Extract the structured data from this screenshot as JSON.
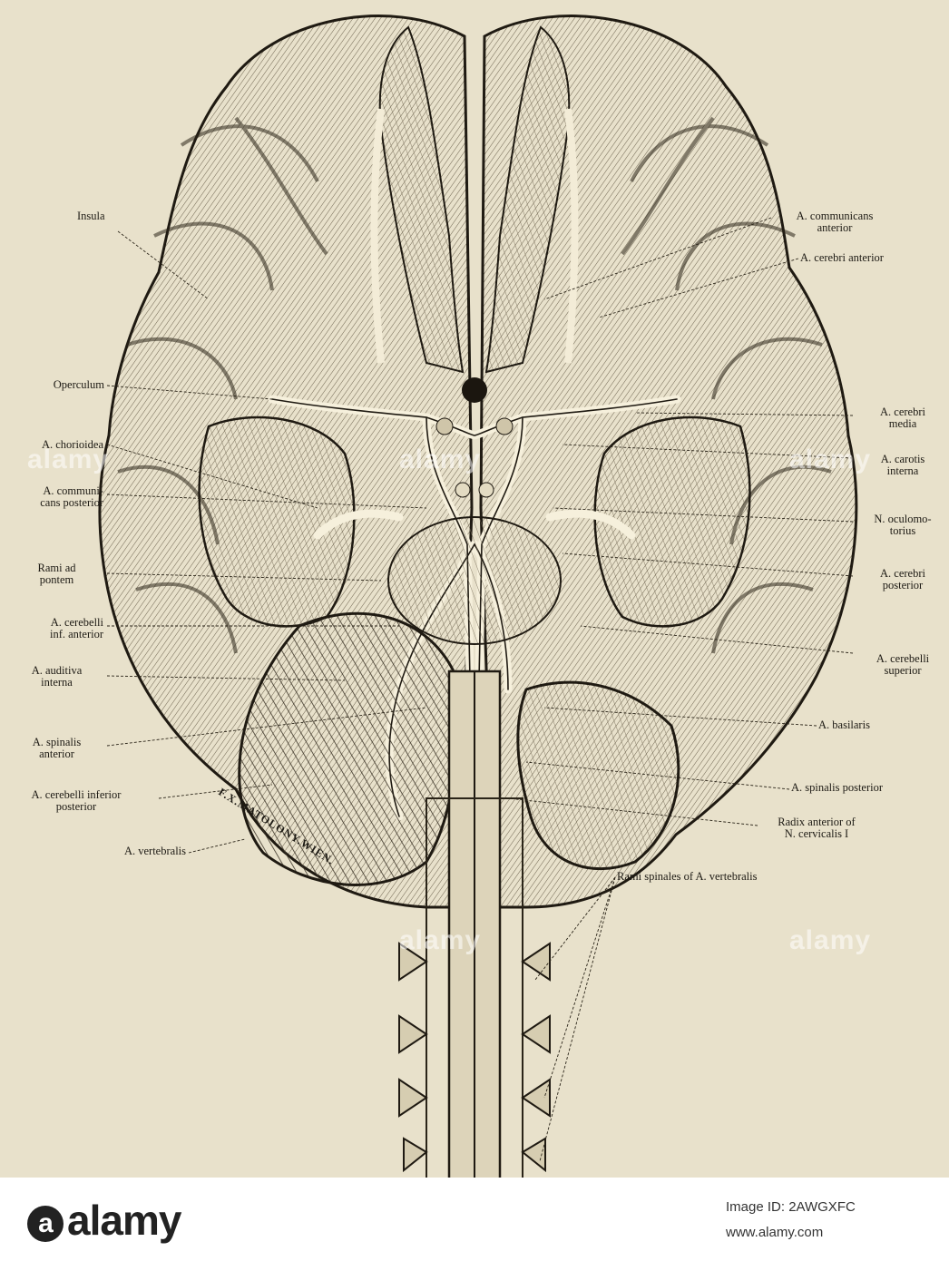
{
  "labels": {
    "insula": "Insula",
    "operculum": "Operculum",
    "chorioidea": "A. chorioidea",
    "communicans_posterior": [
      "A. communi-",
      "cans posterior"
    ],
    "rami_ad_pontem": [
      "Rami ad",
      "pontem"
    ],
    "cerebelli_inf_anterior": [
      "A. cerebelli",
      "inf. anterior"
    ],
    "auditiva_interna": [
      "A. auditiva",
      "interna"
    ],
    "spinalis_anterior": [
      "A. spinalis",
      "anterior"
    ],
    "cerebelli_inferior_posterior": [
      "A. cerebelli inferior",
      "posterior"
    ],
    "vertebralis": "A. vertebralis",
    "communicans_anterior": [
      "A. communicans",
      "anterior"
    ],
    "cerebri_anterior": "A. cerebri anterior",
    "cerebri_media": [
      "A. cerebri",
      "media"
    ],
    "carotis_interna": [
      "A. carotis",
      "interna"
    ],
    "oculomotorius": [
      "N. oculomo-",
      "torius"
    ],
    "cerebri_posterior": [
      "A. cerebri",
      "posterior"
    ],
    "cerebelli_superior": [
      "A. cerebelli",
      "superior"
    ],
    "basilaris": "A. basilaris",
    "spinalis_posterior": "A. spinalis posterior",
    "radix_anterior": [
      "Radix anterior of",
      "N. cervicalis I"
    ],
    "rami_spinales": "Rami spinales of A. vertebralis"
  },
  "signature": "F.X.MATOLONY.WIEN.",
  "watermark": "alamy",
  "footer": {
    "logo": "alamy",
    "image_id": "Image ID: 2AWGXFC",
    "site": "www.alamy.com"
  },
  "colors": {
    "paper": "#e8e1cb",
    "ink": "#1d1a14"
  }
}
